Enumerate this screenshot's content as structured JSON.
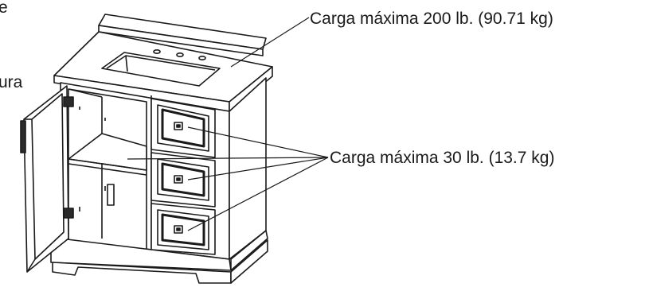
{
  "labels": {
    "countertop_load": "Carga máxima 200 lb. (90.71 kg)",
    "shelf_drawer_load": "Carga máxima 30 lb. (13.7 kg)",
    "cut_fragment_top": "e",
    "cut_fragment_mid": "ura"
  },
  "colors": {
    "line": "#1a1a1a",
    "panel_fill": "#ffffff",
    "dark_fill": "#2b2b2b"
  }
}
